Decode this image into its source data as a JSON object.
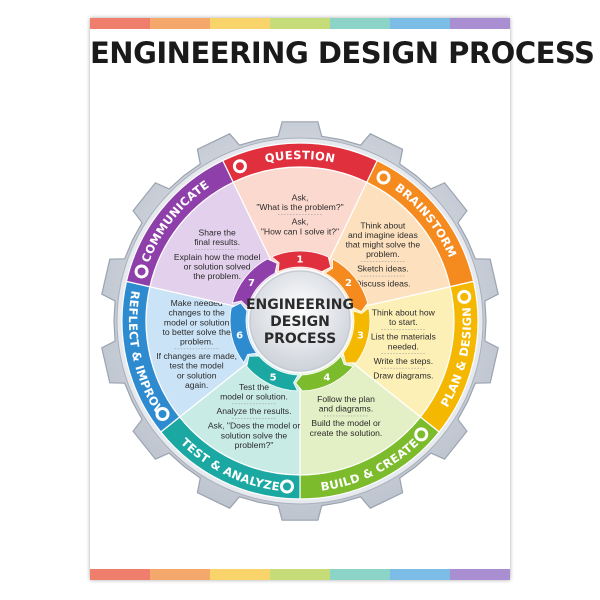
{
  "title": "ENGINEERING DESIGN PROCESS",
  "center": [
    "ENGINEERING",
    "DESIGN",
    "PROCESS"
  ],
  "strip_colors": [
    "#f07e6c",
    "#f4a86b",
    "#f9d46b",
    "#c5dc78",
    "#8dd4c8",
    "#7cbde8",
    "#a98fd1"
  ],
  "stages": [
    {
      "number": "1",
      "label": "QUESTION",
      "color": "#e0303e",
      "fill": "#fbd9cf",
      "icon": "question-icon",
      "text": [
        [
          "Ask,",
          "\"What is the problem?\""
        ],
        [
          "Ask,",
          "\"How can I solve it?\""
        ]
      ]
    },
    {
      "number": "2",
      "label": "BRAINSTORM",
      "color": "#f58a1f",
      "fill": "#fde0bd",
      "icon": "lightbulb-icon",
      "text": [
        [
          "Think about",
          "and imagine ideas",
          "that might solve the",
          "problem."
        ],
        [
          "Sketch ideas."
        ],
        [
          "Discuss ideas."
        ]
      ]
    },
    {
      "number": "3",
      "label": "PLAN & DESIGN",
      "color": "#f5b800",
      "fill": "#fdf0b6",
      "icon": "pencil-icon",
      "text": [
        [
          "Think about how",
          "to start."
        ],
        [
          "List the materials",
          "needed."
        ],
        [
          "Write the steps."
        ],
        [
          "Draw diagrams."
        ]
      ]
    },
    {
      "number": "4",
      "label": "BUILD & CREATE",
      "color": "#7cbb2c",
      "fill": "#e3efc4",
      "icon": "puzzle-icon",
      "text": [
        [
          "Follow the plan",
          "and diagrams."
        ],
        [
          "Build the model or",
          "create the solution."
        ]
      ]
    },
    {
      "number": "5",
      "label": "TEST & ANALYZE",
      "color": "#1ba8a2",
      "fill": "#c9ebe6",
      "icon": "checkmark-icon",
      "text": [
        [
          "Test the",
          "model or solution."
        ],
        [
          "Analyze the results."
        ],
        [
          "Ask, \"Does the model or",
          "solution solve the",
          "problem?\""
        ]
      ]
    },
    {
      "number": "6",
      "label": "REFLECT & IMPROVE",
      "color": "#2e8bd0",
      "fill": "#cbe3f6",
      "icon": "cycle-icon",
      "text": [
        [
          "Make needed",
          "changes to the",
          "model or solution",
          "to better solve the",
          "problem."
        ],
        [
          "If changes are made,",
          "test the model",
          "or solution",
          "again."
        ]
      ]
    },
    {
      "number": "7",
      "label": "COMMUNICATE",
      "color": "#8e3fa9",
      "fill": "#e2d0ec",
      "icon": "speech-icon",
      "text": [
        [
          "Share the",
          "final results."
        ],
        [
          "Explain how the model",
          "or solution solved",
          "the problem."
        ]
      ]
    }
  ]
}
